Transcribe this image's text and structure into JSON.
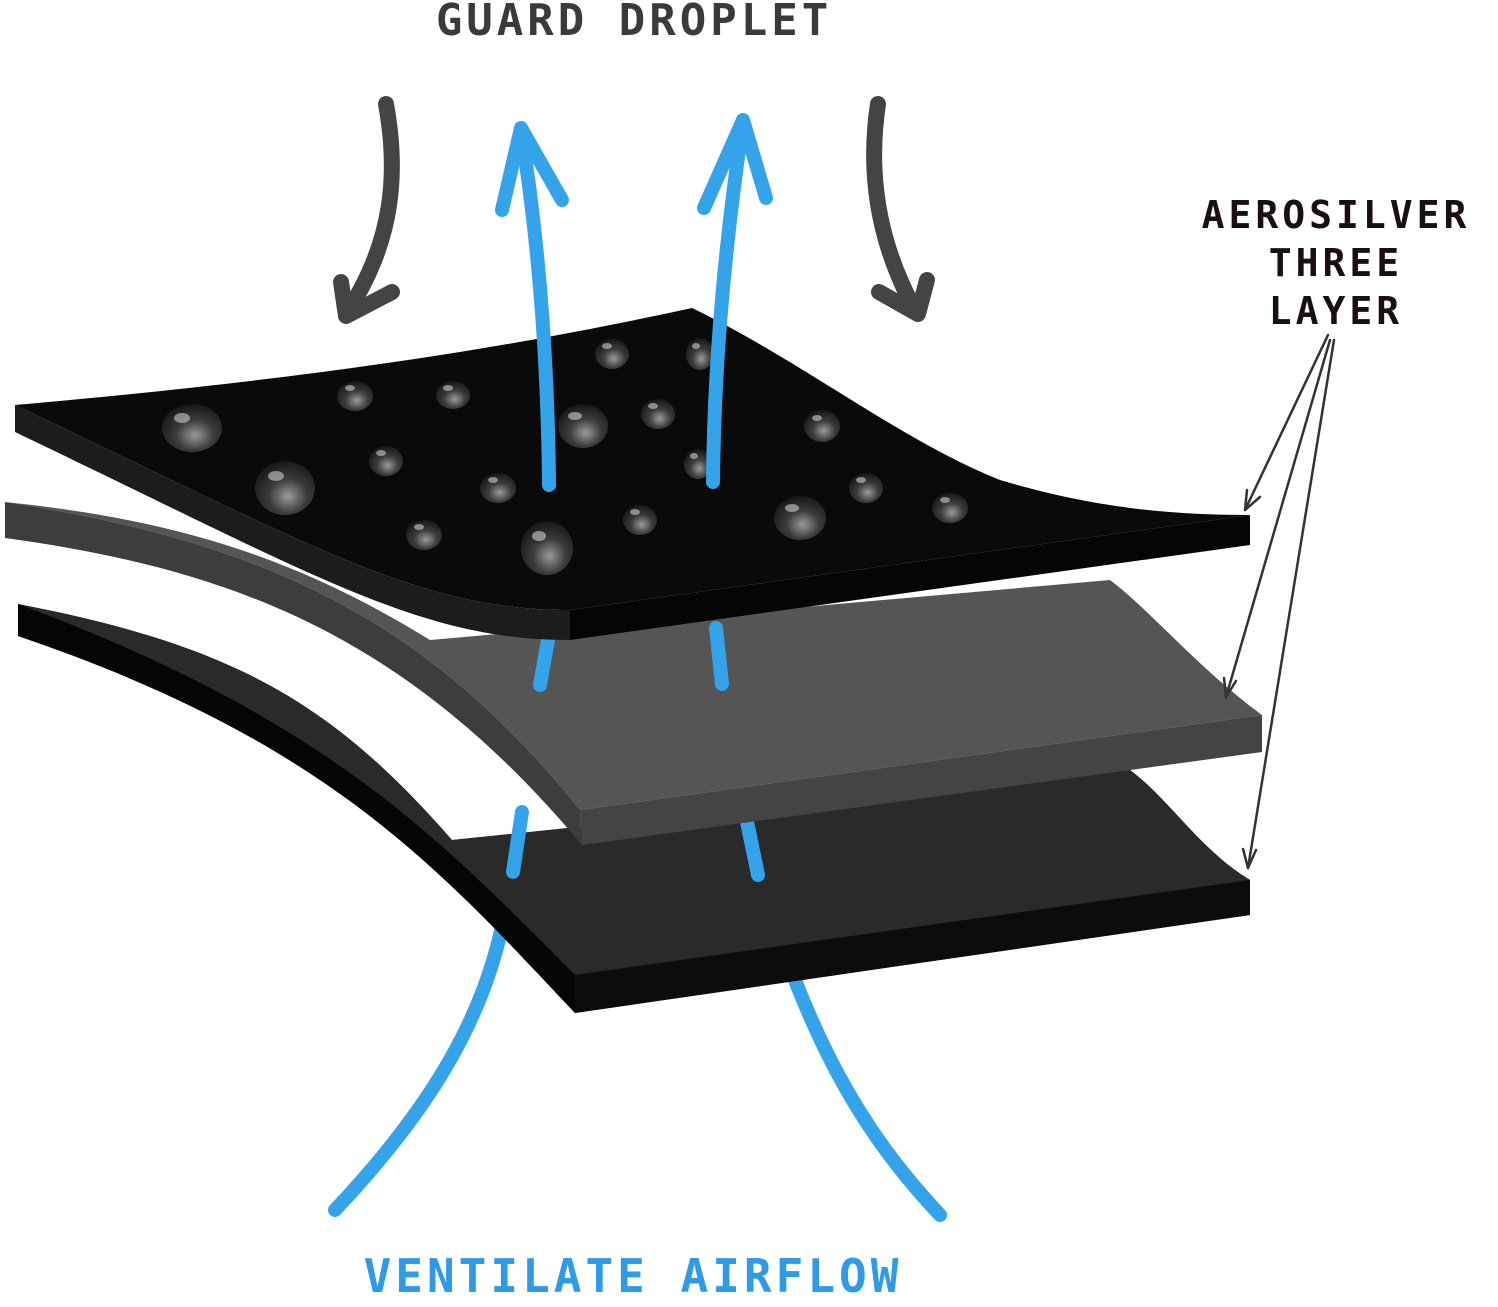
{
  "labels": {
    "top": "GUARD DROPLET",
    "bottom": "VENTILATE AIRFLOW",
    "side_lines": [
      "AEROSILVER",
      "THREE",
      "LAYER"
    ]
  },
  "colors": {
    "background": "#ffffff",
    "top_label": "#3a3a3a",
    "bottom_label": "#2f9be6",
    "side_label": "#1a0f0f",
    "airflow_arrow": "#35a3ea",
    "droplet_arrow": "#444444",
    "layer_top": "#0a0a0a",
    "layer_middle": "#555555",
    "layer_bottom": "#151515",
    "pointer_line": "#333333"
  },
  "layers": [
    "top-layer",
    "middle-layer",
    "bottom-layer"
  ],
  "icons": {
    "droplet": "water-droplet-icon",
    "airflow": "airflow-arrow-icon",
    "rain": "falling-droplet-arrow-icon"
  }
}
